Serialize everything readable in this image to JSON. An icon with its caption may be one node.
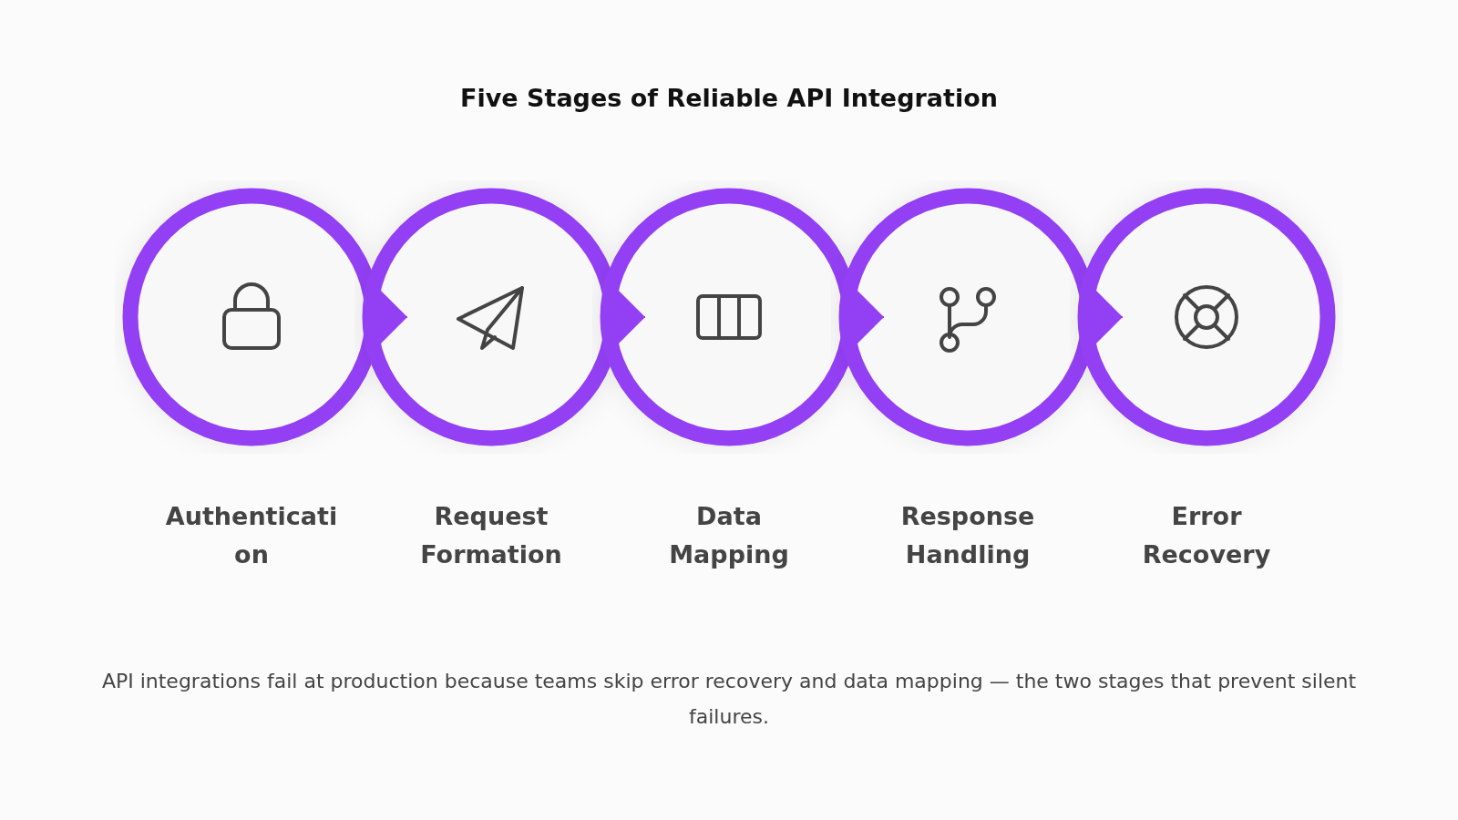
{
  "diagram": {
    "title": "Five Stages of Reliable API Integration",
    "nodes": [
      {
        "text": [
          "Authentication"
        ]
      },
      {
        "text": [
          "Request Formation"
        ]
      },
      {
        "text": [
          "Data Mapping"
        ]
      },
      {
        "text": [
          "Response Handling"
        ]
      },
      {
        "text": [
          "Error Recovery"
        ]
      }
    ],
    "edges": [
      {
        "from": 0,
        "to": 1,
        "arrow": "to"
      },
      {
        "from": 1,
        "to": 2,
        "arrow": "to"
      },
      {
        "from": 2,
        "to": 3,
        "arrow": "to"
      },
      {
        "from": 3,
        "to": 4,
        "arrow": "to"
      }
    ],
    "caption": "API integrations fail at production because teams skip error recovery and data mapping — the two stages that prevent silent failures."
  }
}
